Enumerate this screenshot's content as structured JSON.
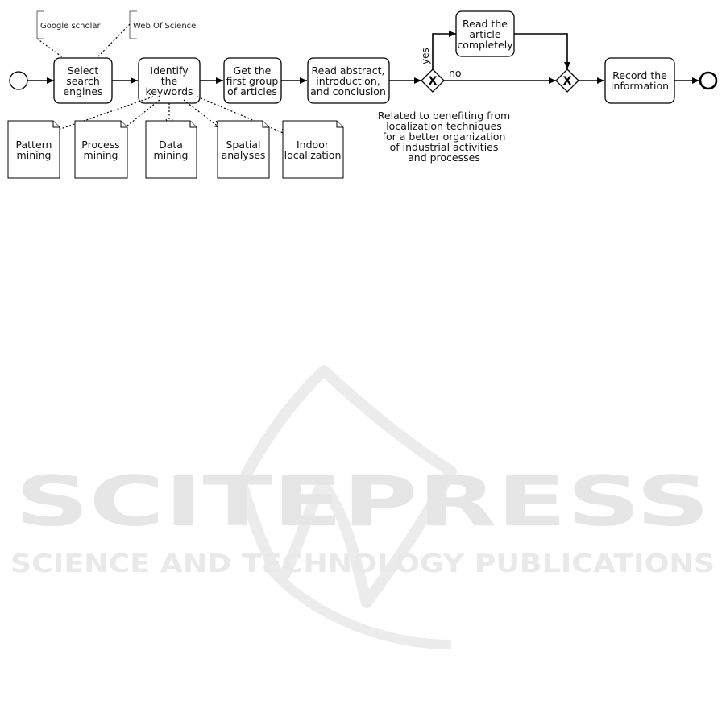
{
  "annotations": {
    "google": "Google scholar",
    "wos": "Web Of Science"
  },
  "tasks": {
    "select": [
      "Select",
      "search",
      "engines"
    ],
    "identify": [
      "Identify",
      "the",
      "keywords"
    ],
    "get": [
      "Get the",
      "first group",
      "of articles"
    ],
    "read_abs": [
      "Read abstract,",
      "introduction,",
      "and conclusion"
    ],
    "read_full": [
      "Read the",
      "article",
      "completely"
    ],
    "record": [
      "Record the",
      "information"
    ]
  },
  "documents": {
    "pattern": [
      "Pattern",
      "mining"
    ],
    "process": [
      "Process",
      "mining"
    ],
    "data": [
      "Data",
      "mining"
    ],
    "spatial": [
      "Spatial",
      "analyses"
    ],
    "indoor": [
      "Indoor",
      "localization"
    ]
  },
  "gateway": {
    "symbol": "X",
    "yes": "yes",
    "no": "no",
    "condition": [
      "Related to benefiting from",
      "localization techniques",
      "for a better organization",
      "of industrial activities",
      "and processes"
    ]
  },
  "watermark": {
    "brand": "SCITEPRESS",
    "tagline": "SCIENCE AND TECHNOLOGY PUBLICATIONS"
  }
}
